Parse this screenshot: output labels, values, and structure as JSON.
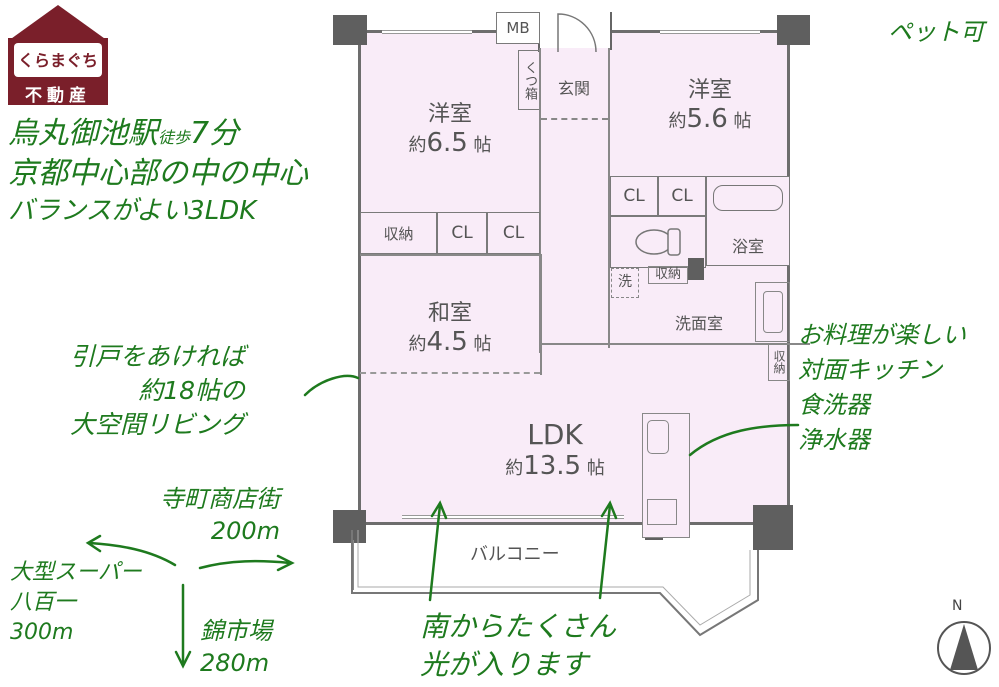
{
  "logo": {
    "name_kana": "くらまぐち",
    "name_kanji": "不動産",
    "color": "#7a1f2a"
  },
  "headline": {
    "line1_main": "烏丸御池駅",
    "line1_small": "徒歩",
    "line1_time": "7分",
    "line2": "京都中心部の中の中心",
    "line3": "バランスがよい3LDK"
  },
  "pet": "ペット可",
  "annotations": {
    "living": [
      "引戸をあければ",
      "約18帖の",
      "大空間リビング"
    ],
    "kitchen": [
      "お料理が楽しい",
      "対面キッチン",
      "食洗器",
      "浄水器"
    ],
    "sunlight": [
      "南からたくさん",
      "光が入ります"
    ],
    "teramachi": {
      "name": "寺町商店街",
      "distance": "200m"
    },
    "supermarket": {
      "name": "大型スーパー",
      "name2": "八百一",
      "distance": "300m"
    },
    "nishiki": {
      "name": "錦市場",
      "distance": "280m"
    }
  },
  "rooms": {
    "western1": {
      "name": "洋室",
      "prefix": "約",
      "size": "6.5",
      "unit": "帖"
    },
    "western2": {
      "name": "洋室",
      "prefix": "約",
      "size": "5.6",
      "unit": "帖"
    },
    "japanese": {
      "name": "和室",
      "prefix": "約",
      "size": "4.5",
      "unit": "帖"
    },
    "ldk": {
      "name": "LDK",
      "prefix": "約",
      "size": "13.5",
      "unit": "帖"
    },
    "entrance": "玄関",
    "shoe_box": "くつ箱",
    "mb": "MB",
    "bath": "浴室",
    "washroom": "洗面室",
    "washer": "洗",
    "storage": "収納",
    "closet": "CL",
    "balcony": "バルコニー"
  },
  "compass": {
    "label": "N"
  },
  "colors": {
    "floor": "#f9ecf8",
    "wall": "#666666",
    "annotation": "#1e7a1e"
  }
}
